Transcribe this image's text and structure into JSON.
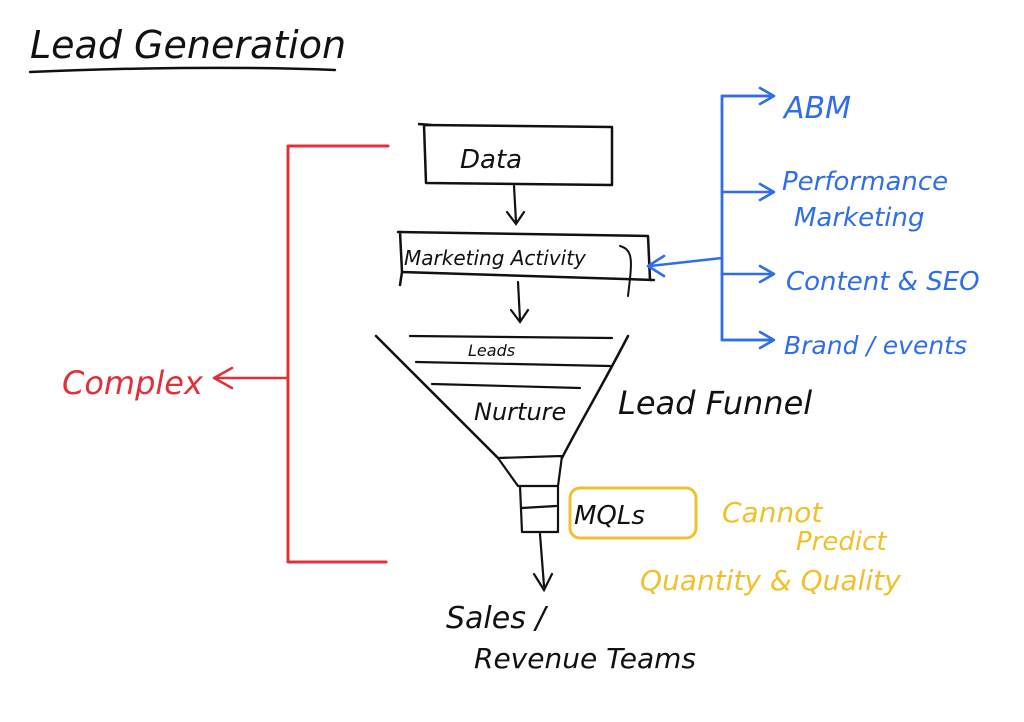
{
  "title": "Lead Generation",
  "data_box": "Data",
  "marketing_box": "Marketing Activity",
  "funnel": {
    "leads": "Leads",
    "nurture": "Nurture",
    "label": "Lead Funnel",
    "mqls": "MQLs"
  },
  "output": {
    "line1": "Sales /",
    "line2": "Revenue Teams"
  },
  "complex": "Complex",
  "channels": [
    "ABM",
    "Performance",
    "Marketing",
    "Content & SEO",
    "Brand / events"
  ],
  "mql_note": {
    "line1": "Cannot",
    "line2": "Predict",
    "line3": "Quantity & Quality"
  },
  "colors": {
    "ink": "#111111",
    "red": "#e0303a",
    "blue": "#2f6ee8",
    "yellow": "#efc12c"
  }
}
